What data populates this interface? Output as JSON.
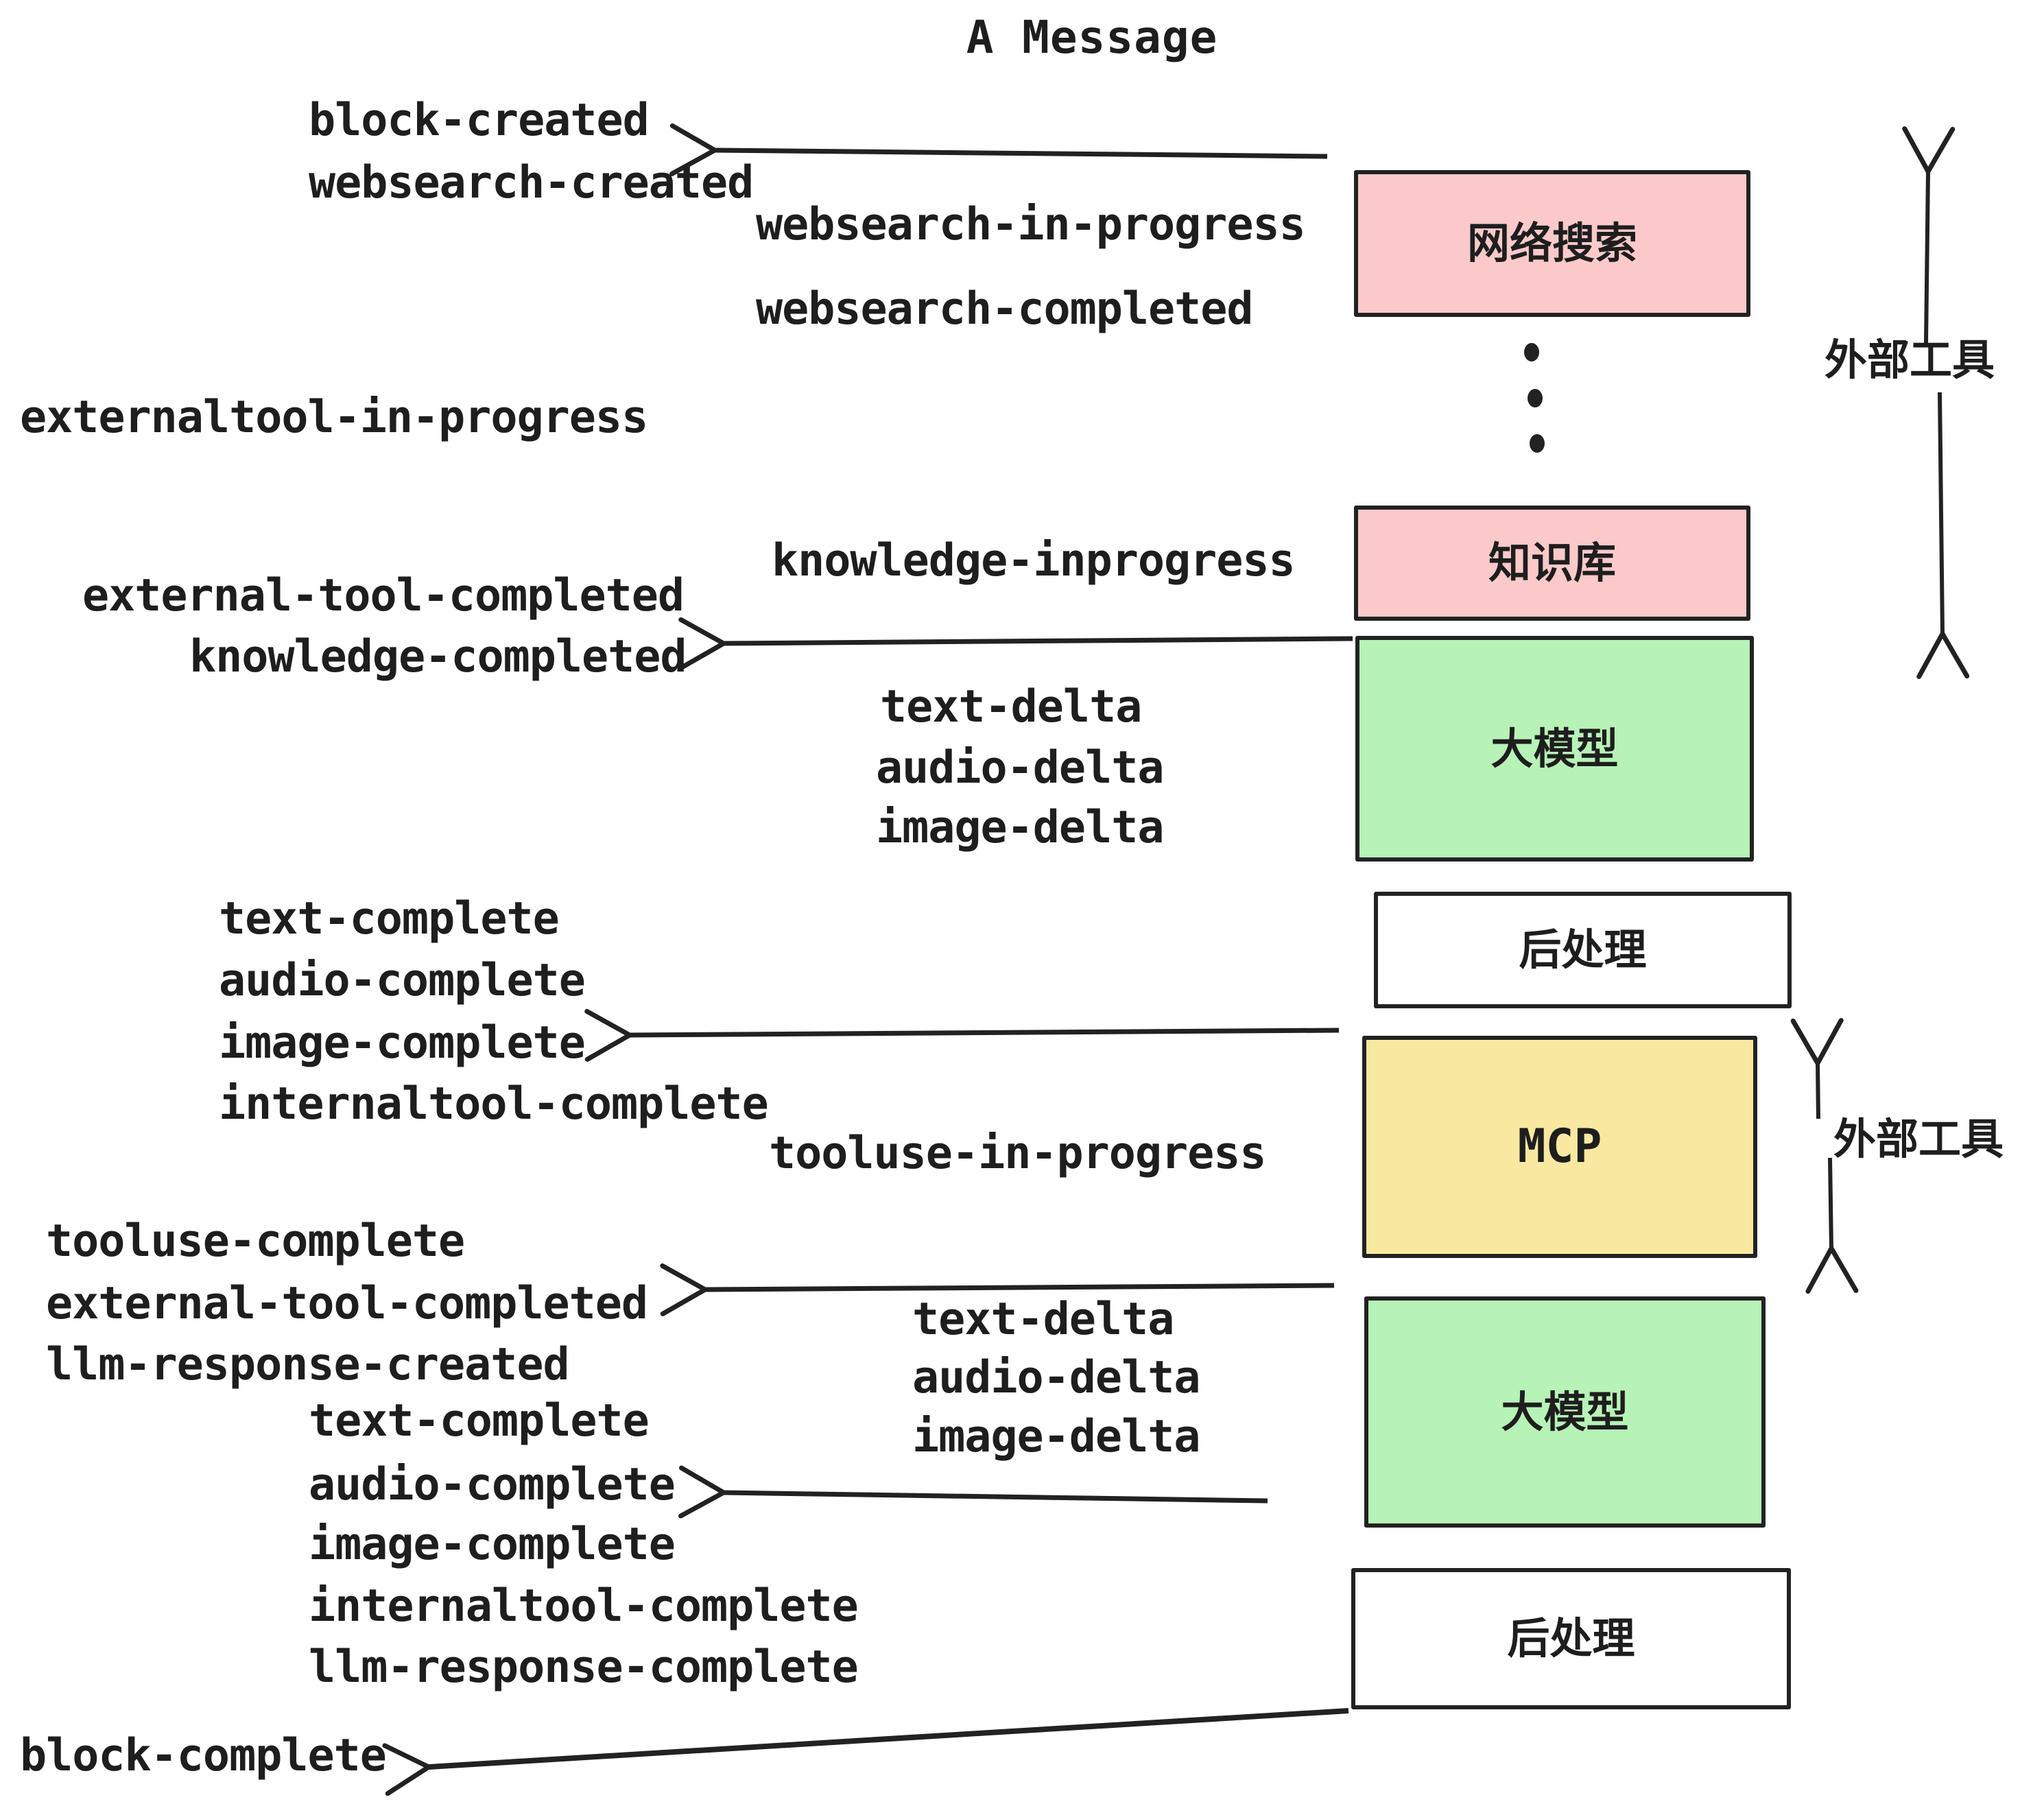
{
  "title": "A Message",
  "colors": {
    "ink": "#222222",
    "text": "#1e1e1e",
    "websearch_box": "#fbc9c9",
    "knowledge_box": "#fbc9c9",
    "llm_box": "#b7f2b7",
    "mcp_box": "#f9e8a0",
    "postprocess_box": "#ffffff",
    "background": "#ffffff"
  },
  "boxes": [
    {
      "id": "websearch",
      "label": "网络搜索"
    },
    {
      "id": "knowledge",
      "label": "知识库"
    },
    {
      "id": "llm-1",
      "label": "大模型"
    },
    {
      "id": "postprocess-1",
      "label": "后处理"
    },
    {
      "id": "mcp",
      "label": "MCP"
    },
    {
      "id": "llm-2",
      "label": "大模型"
    },
    {
      "id": "postprocess-2",
      "label": "后处理"
    }
  ],
  "side_labels": [
    {
      "label": "外部工具"
    },
    {
      "label": "外部工具"
    }
  ],
  "events": [
    {
      "text": "block-created"
    },
    {
      "text": "websearch-created"
    },
    {
      "text": "websearch-in-progress"
    },
    {
      "text": "websearch-completed"
    },
    {
      "text": "externaltool-in-progress"
    },
    {
      "text": "knowledge-inprogress"
    },
    {
      "text": "external-tool-completed"
    },
    {
      "text": "knowledge-completed"
    },
    {
      "text": "text-delta"
    },
    {
      "text": "audio-delta"
    },
    {
      "text": "image-delta"
    },
    {
      "text": "text-complete"
    },
    {
      "text": "audio-complete"
    },
    {
      "text": "image-complete"
    },
    {
      "text": "internaltool-complete"
    },
    {
      "text": "tooluse-in-progress"
    },
    {
      "text": "tooluse-complete"
    },
    {
      "text": "external-tool-completed"
    },
    {
      "text": "llm-response-created"
    },
    {
      "text": "text-delta"
    },
    {
      "text": "audio-delta"
    },
    {
      "text": "image-delta"
    },
    {
      "text": "text-complete"
    },
    {
      "text": "audio-complete"
    },
    {
      "text": "image-complete"
    },
    {
      "text": "internaltool-complete"
    },
    {
      "text": "llm-response-complete"
    },
    {
      "text": "block-complete"
    }
  ]
}
